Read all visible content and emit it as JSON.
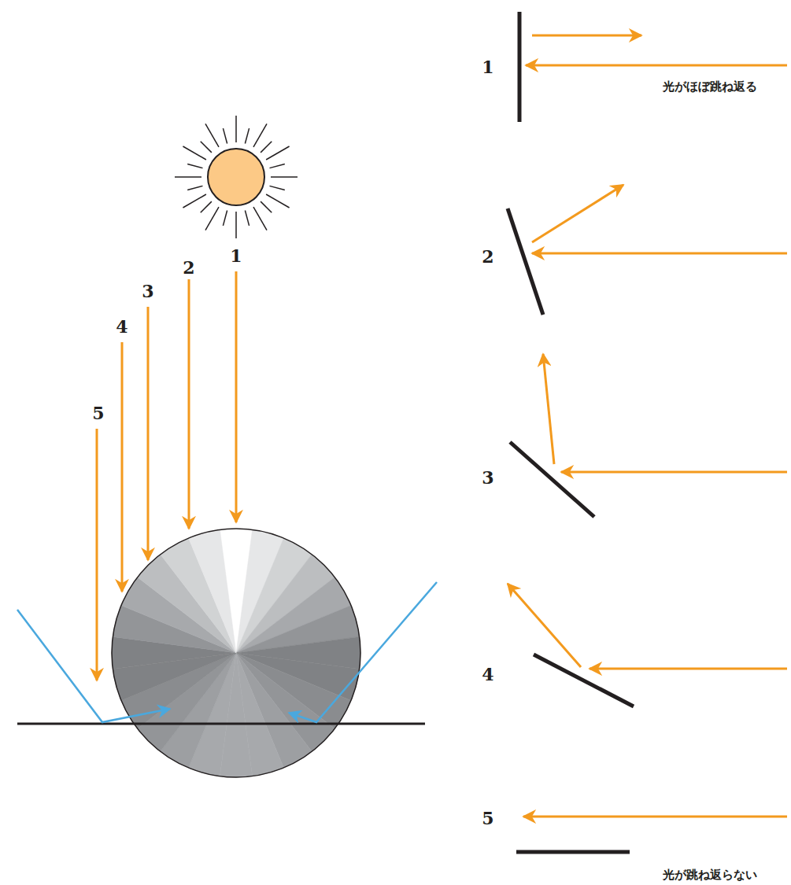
{
  "diagram": {
    "labels": [
      "1",
      "2",
      "3",
      "4",
      "5",
      "1",
      "2",
      "3",
      "4",
      "5",
      "光がほぼ跳ね返る",
      "光が跳ね返らない"
    ]
  }
}
